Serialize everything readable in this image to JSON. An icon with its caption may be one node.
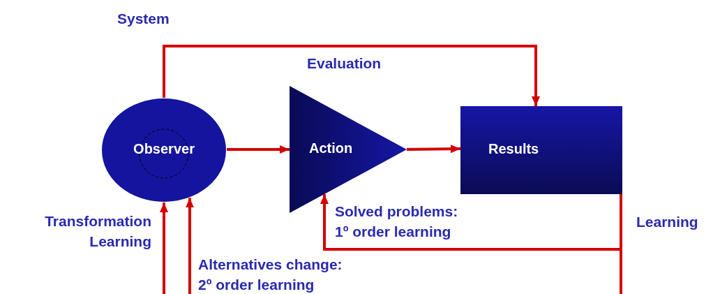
{
  "diagram": {
    "nodes": [
      {
        "text": [
          "Observer"
        ]
      },
      {
        "text": [
          "Action"
        ]
      },
      {
        "text": [
          "Results"
        ]
      }
    ],
    "edges": [
      {
        "from": 0,
        "to": 1,
        "arrow": "to"
      },
      {
        "from": 1,
        "to": 2,
        "arrow": "to"
      },
      {
        "from": 0,
        "to": 2,
        "arrow": "to",
        "label": "Evaluation"
      },
      {
        "from": 2,
        "to": 1,
        "arrow": "to",
        "label": "Solved problems: 1º order learning"
      },
      {
        "from": 2,
        "to": null,
        "arrow": "none",
        "label": "Learning"
      },
      {
        "from": null,
        "to": 0,
        "arrow": "to",
        "label": "Transformation Learning"
      },
      {
        "from": null,
        "to": 0,
        "arrow": "to",
        "label": "Alternatives change: 2º order learning"
      }
    ],
    "labels": [
      "System"
    ]
  }
}
